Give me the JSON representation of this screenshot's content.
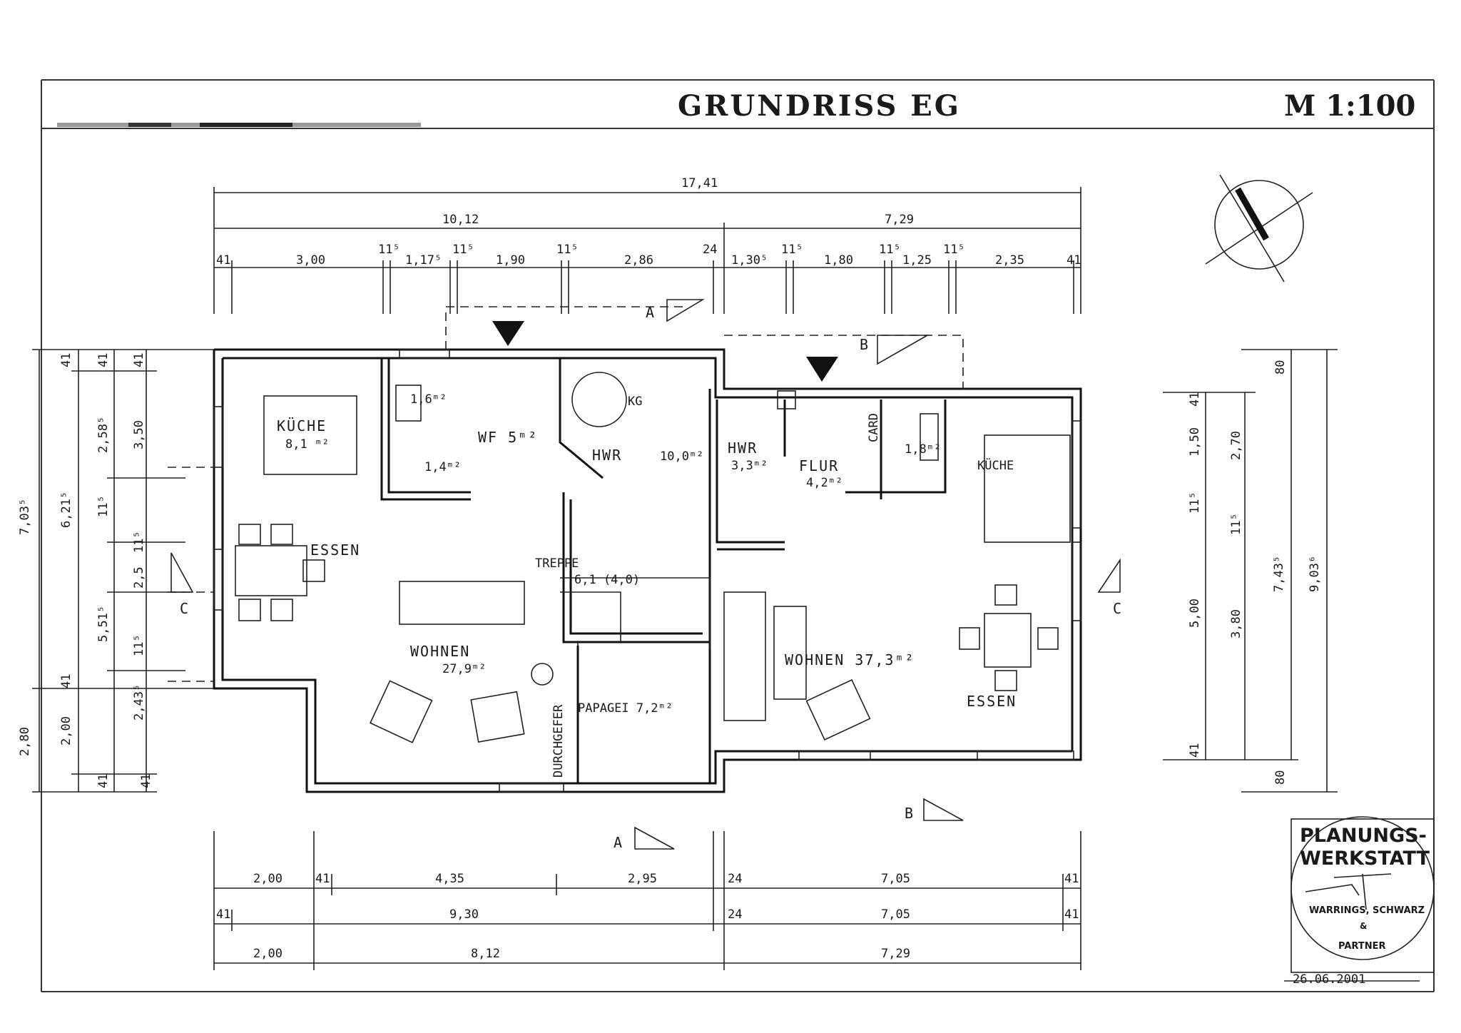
{
  "header": {
    "title": "GRUNDRISS   EG",
    "scale": "M 1:100"
  },
  "dims_top": {
    "total": "17,41",
    "left": "10,12",
    "right": "7,29",
    "segments": [
      "41",
      "3,00",
      "11⁵",
      "1,17⁵",
      "11⁵",
      "1,90",
      "11⁵",
      "2,86",
      "24",
      "1,30⁵",
      "11⁵",
      "1,80",
      "11⁵",
      "1,25",
      "11⁵",
      "2,35",
      "41"
    ]
  },
  "dims_bottom": {
    "row1": [
      "2,00",
      "41",
      "4,35",
      "2,95",
      "24",
      "7,05",
      "41"
    ],
    "row2": [
      "41",
      "9,30",
      "24",
      "7,05",
      "41"
    ],
    "row3": [
      "2,00",
      "8,12",
      "7,29"
    ]
  },
  "dims_left": {
    "outer": [
      "7,03⁵",
      "2,80"
    ],
    "middle": [
      "6,21⁵",
      "5,51⁵",
      "2,00"
    ],
    "inner": [
      "41",
      "41",
      "41",
      "2,58⁵",
      "3,50",
      "11⁵",
      "11⁵",
      "2,5",
      "11⁵",
      "2,43⁵",
      "41",
      "41",
      "41"
    ]
  },
  "dims_right": {
    "outer": [
      "80",
      "9,03⁶",
      "80"
    ],
    "middle": [
      "2,70",
      "11⁵",
      "7,43⁵",
      "3,80"
    ],
    "inner": [
      "41",
      "1,50",
      "11⁵",
      "5,00",
      "41"
    ]
  },
  "rooms": {
    "kueche_left": {
      "name": "KÜCHE",
      "area": "8,1 ᵐ²"
    },
    "wc": "1,6ᵐ²",
    "wc_b": "1,4ᵐ²",
    "wf": "WF 5ᵐ²",
    "hwr_left": {
      "name": "HWR",
      "area": "10,0ᵐ²"
    },
    "hwr_right": {
      "name": "HWR",
      "area": "3,3ᵐ²"
    },
    "flur": {
      "name": "FLUR",
      "area": "4,2ᵐ²"
    },
    "bath": "1,8ᵐ²",
    "kueche_right": "KÜCHE",
    "essen_left": "ESSEN",
    "essen_right": "ESSEN",
    "wohnen_left": {
      "name": "WOHNEN",
      "area": "27,9ᵐ²"
    },
    "wohnen_right": "WOHNEN  37,3ᵐ²",
    "treppe": {
      "name": "TREPPE",
      "detail": "6,1 (4,0)"
    },
    "papagei": "PAPAGEI  7,2ᵐ²",
    "durchgefer": "DURCHGEFER",
    "kg": "KG",
    "card": "CARD"
  },
  "section_marks": {
    "a": "A",
    "b": "B",
    "c": "C"
  },
  "stamp": {
    "line1": "PLANUNGS-",
    "line2": "WERKSTATT",
    "line3": "WARRINGS, SCHWARZ",
    "line4": "&",
    "line5": "PARTNER",
    "date": "26.06.2001"
  }
}
